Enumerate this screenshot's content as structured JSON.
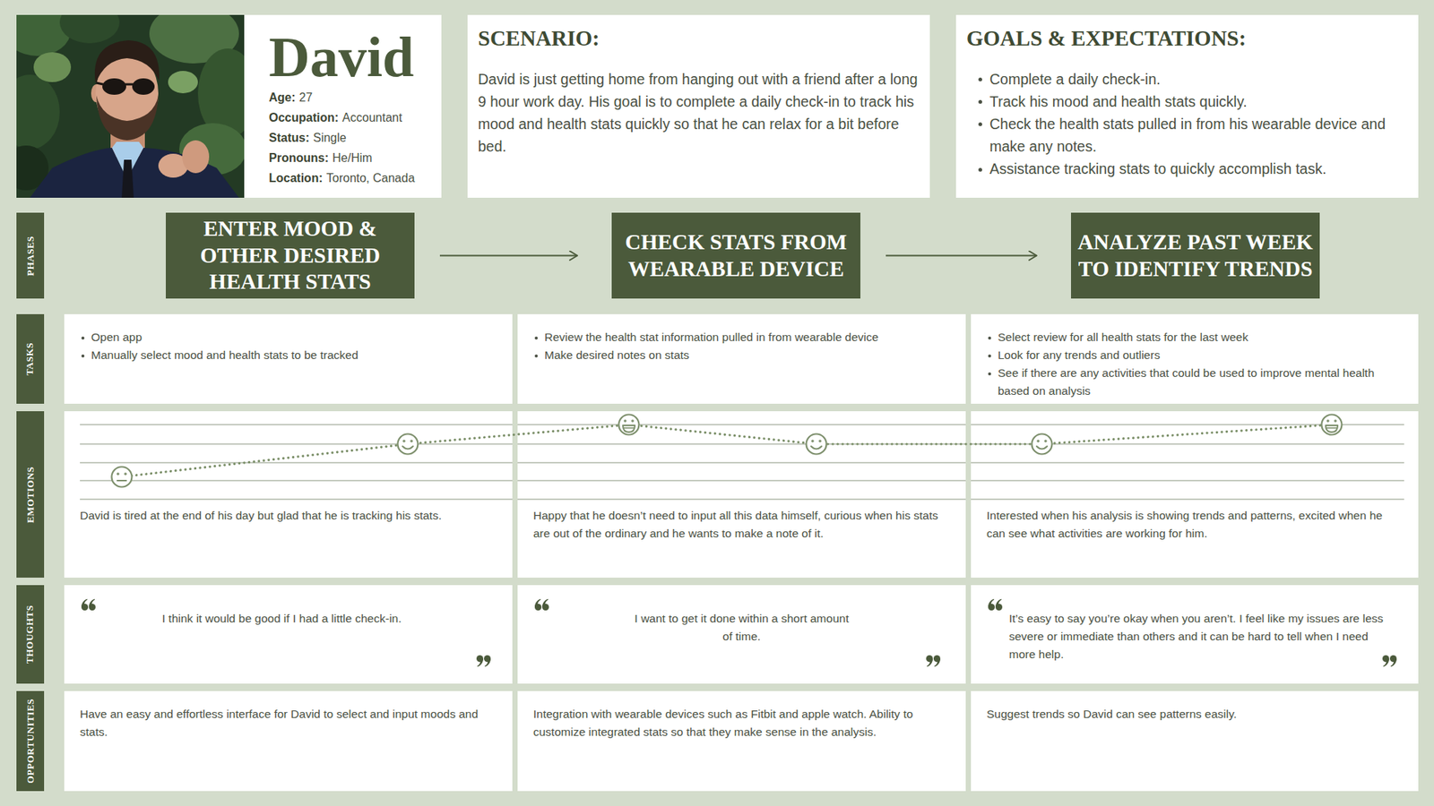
{
  "diagram": {
    "nodes": [
      {
        "text": [
          "David",
          "Age:",
          "27",
          "Occupation:",
          "Accountant",
          "Status:",
          "Single",
          "Pronouns:",
          "He/Him",
          "Location:",
          "Toronto, Canada"
        ]
      },
      {
        "text": [
          "SCENARIO:",
          "David is just getting home from hanging out with a friend after a long 9 hour work day. His goal is to complete a daily check-in to track his mood and health stats quickly so that he can relax for a bit before bed."
        ]
      },
      {
        "text": [
          "GOALS & EXPECTATIONS:",
          "Complete a daily check-in.",
          "Track his mood and health stats quickly.",
          "Check the health stats pulled in from his wearable device and make any notes.",
          "Assistance tracking stats to quickly accomplish task."
        ]
      },
      {
        "text": [
          "PHASES"
        ]
      },
      {
        "text": [
          "ENTER MOOD & OTHER DESIRED HEALTH STATS"
        ]
      },
      {
        "text": [
          "CHECK STATS FROM WEARABLE DEVICE"
        ]
      },
      {
        "text": [
          "ANALYZE PAST WEEK TO IDENTIFY TRENDS"
        ]
      },
      {
        "text": [
          "TASKS"
        ]
      },
      {
        "text": [
          "Open app",
          "Manually select mood and health stats to be tracked"
        ]
      },
      {
        "text": [
          "Review the health stat information pulled in from wearable device",
          "Make desired notes on stats"
        ]
      },
      {
        "text": [
          "Select review for all health stats for the last week",
          "Look for any trends and outliers",
          "See if there are any activities that could be used to improve mental health based on analysis"
        ]
      },
      {
        "text": [
          "EMOTIONS"
        ]
      },
      {
        "text": [
          "David is tired at the end of his day but glad that he is tracking his stats."
        ]
      },
      {
        "text": [
          "Happy that he doesn’t need to input all this data himself, curious when his stats are out of the ordinary and he wants to make a note of it."
        ]
      },
      {
        "text": [
          "Interested when his analysis is showing trends and patterns, excited when he can see what activities are working for him."
        ]
      },
      {
        "text": [
          "THOUGHTS"
        ]
      },
      {
        "text": [
          "I think it would be good if I had a little check-in."
        ]
      },
      {
        "text": [
          "I want to get it done within a short amount of time."
        ]
      },
      {
        "text": [
          "It’s easy to say you’re okay when you aren’t. I feel like my issues are less severe or immediate than others and it can be hard to tell when I need more help."
        ]
      },
      {
        "text": [
          "OPPORTUNITIES"
        ]
      },
      {
        "text": [
          "Have an easy and effortless interface for David to select and input moods and stats."
        ]
      },
      {
        "text": [
          "Integration with wearable devices such as Fitbit and apple watch. Ability to customize integrated stats so that they make sense in the analysis."
        ]
      },
      {
        "text": [
          "Suggest trends so David can see patterns easily."
        ]
      }
    ],
    "edges": [
      {
        "from": 4,
        "to": 5,
        "arrow": "to"
      },
      {
        "from": 5,
        "to": 6,
        "arrow": "to"
      }
    ]
  }
}
